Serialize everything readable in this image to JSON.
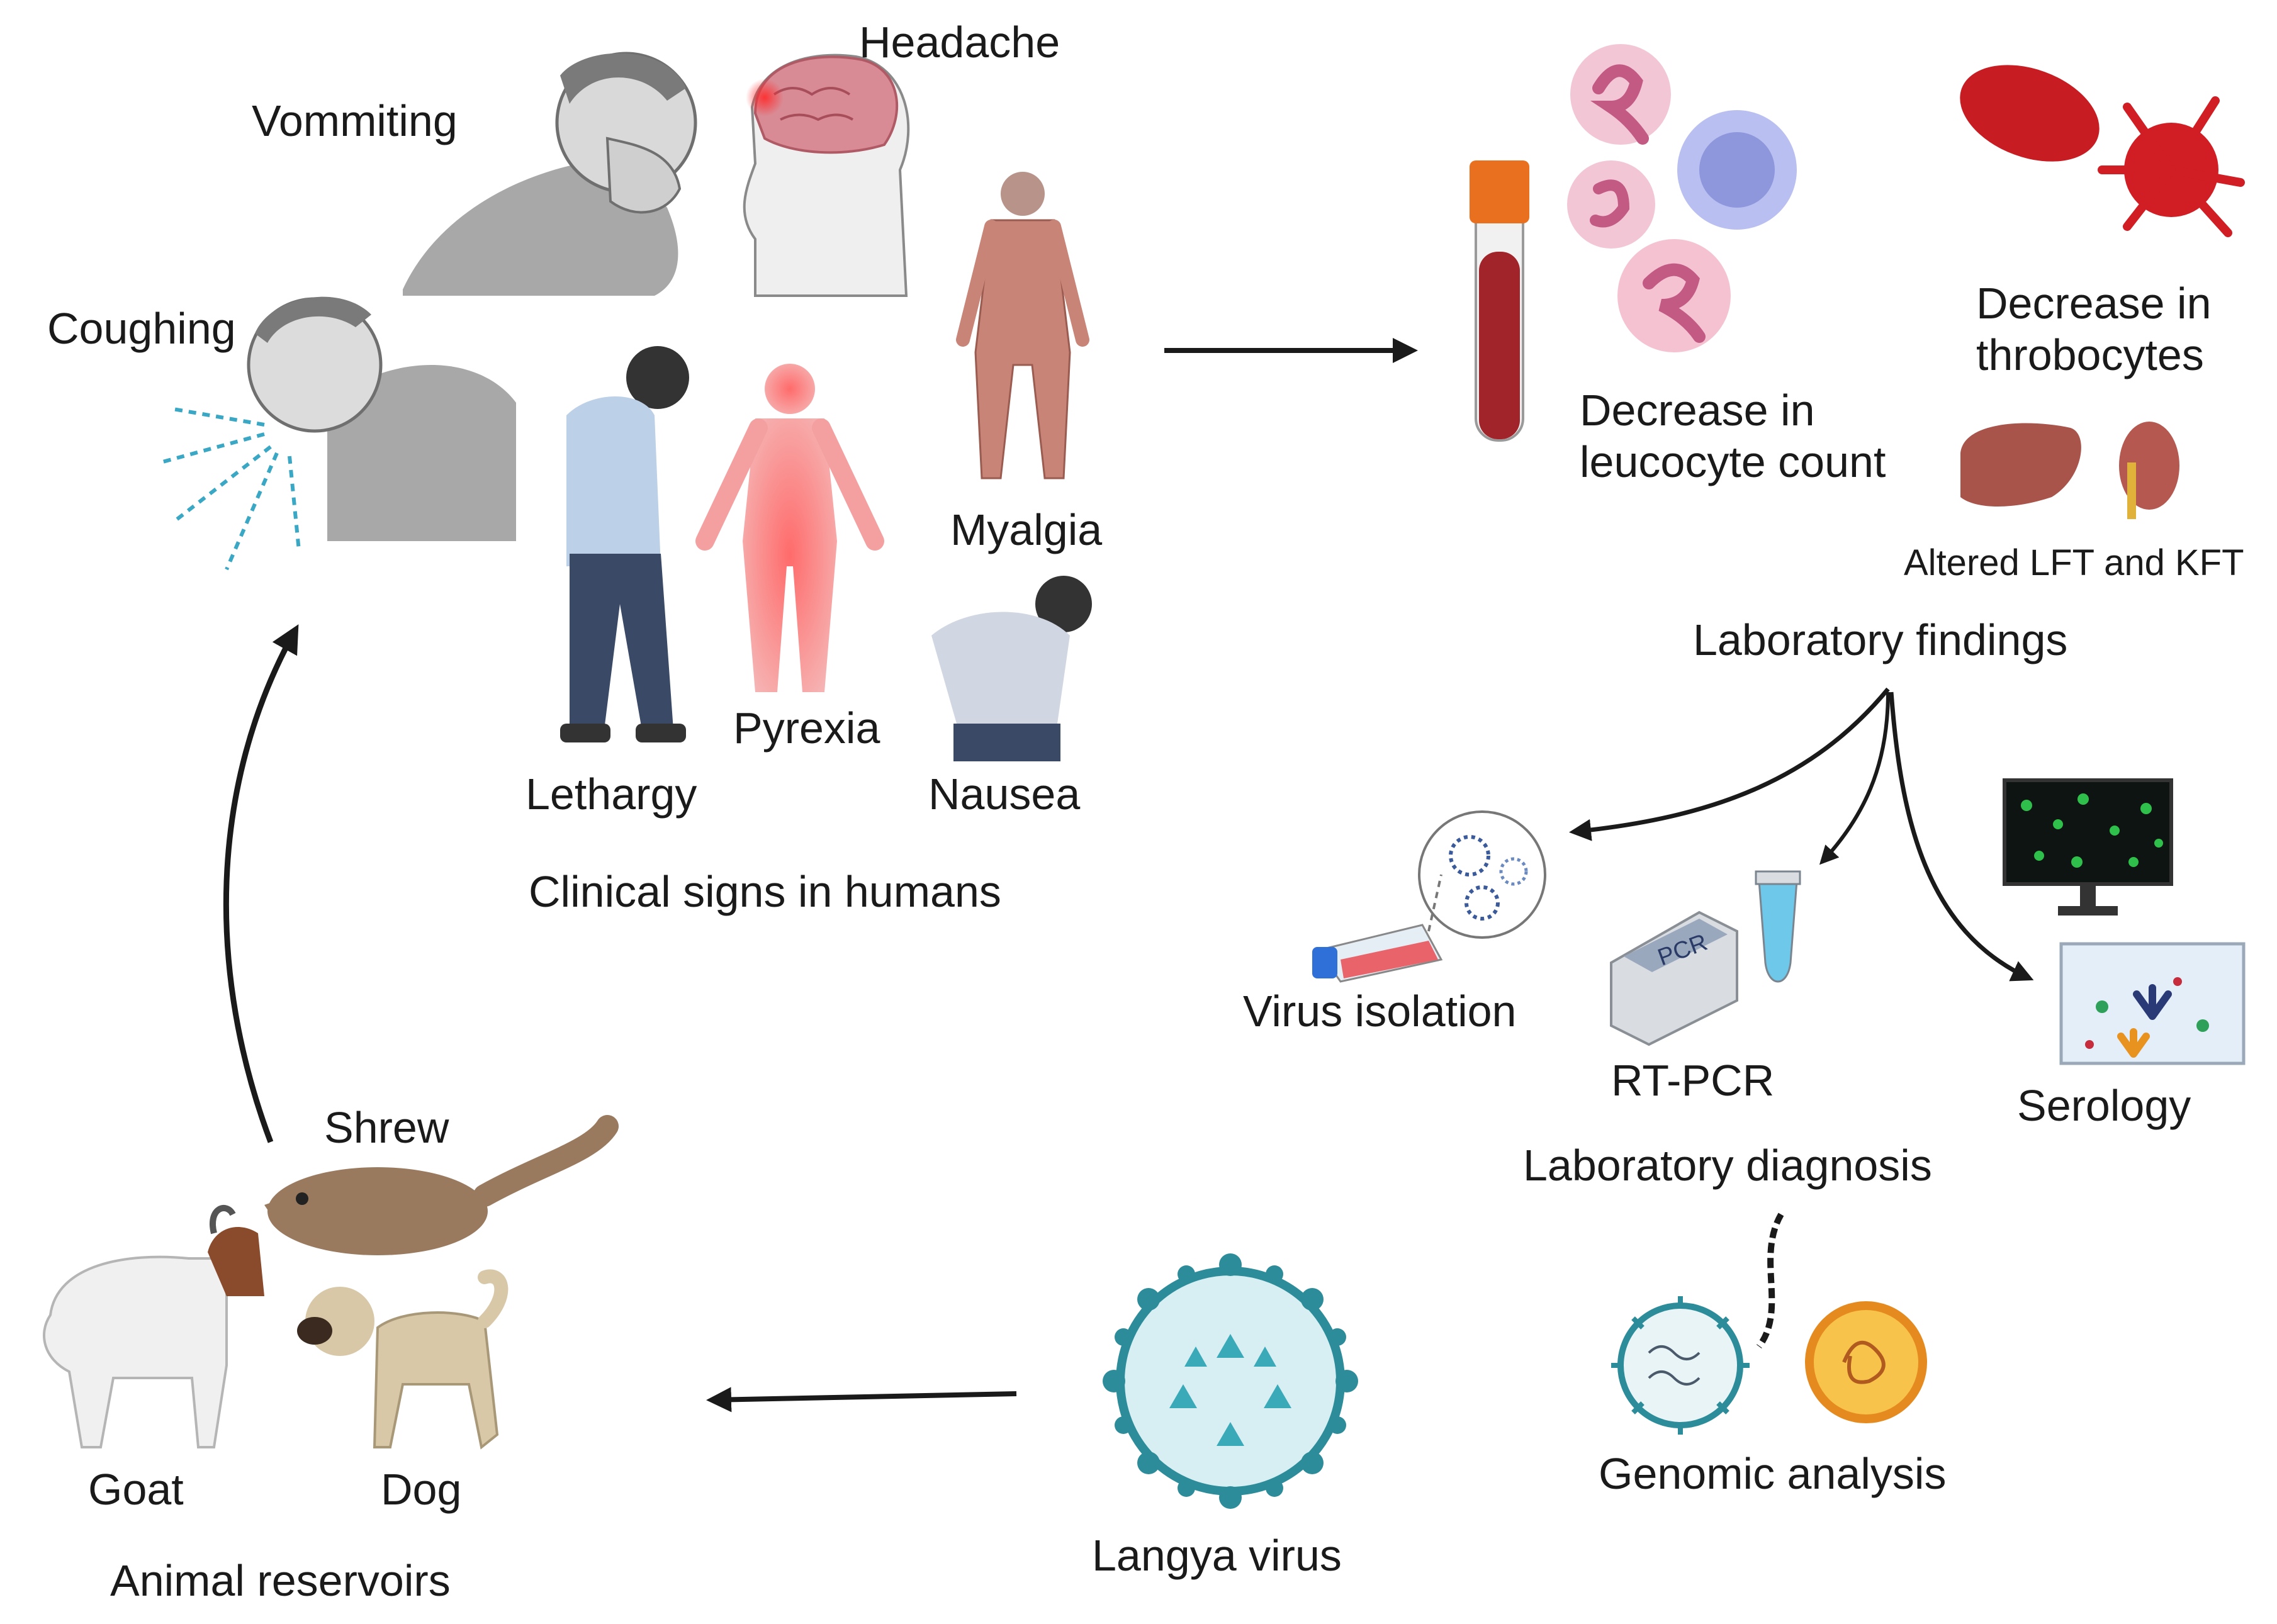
{
  "clinical": {
    "vomiting": "Vommiting",
    "headache": "Headache",
    "coughing": "Coughing",
    "myalgia": "Myalgia",
    "lethargy": "Lethargy",
    "pyrexia": "Pyrexia",
    "nausea": "Nausea",
    "section_title": "Clinical signs in humans"
  },
  "lab_findings": {
    "leucocyte_line1": "Decrease in",
    "leucocyte_line2": "leucocyte count",
    "thrombo_line1": "Decrease in",
    "thrombo_line2": "throbocytes",
    "lft_kft": "Altered LFT and KFT",
    "title": "Laboratory findings"
  },
  "lab_diagnosis": {
    "virus_isolation": "Virus isolation",
    "rtpcr": "RT-PCR",
    "pcr_screen": "PCR",
    "serology": "Serology",
    "title": "Laboratory diagnosis",
    "genomic": "Genomic analysis"
  },
  "virus": {
    "name": "Langya virus"
  },
  "reservoirs": {
    "shrew": "Shrew",
    "goat": "Goat",
    "dog": "Dog",
    "title": "Animal reservoirs"
  },
  "colors": {
    "arrow": "#1a1a1a",
    "person_gray": "#9a9a9a",
    "blood": "#a1242a",
    "tube_cap": "#e8701f",
    "virus_teal": "#2c8c99",
    "pyrexia": "#f08a8a",
    "cough_blue": "#3aa7c4"
  }
}
